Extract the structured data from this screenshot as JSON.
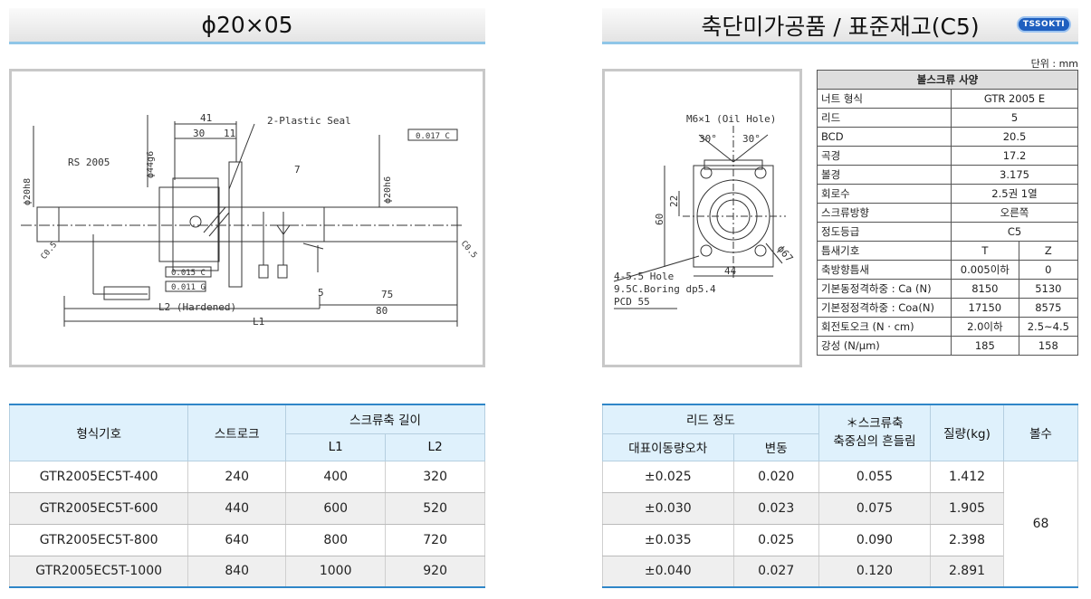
{
  "header_left": {
    "title": "ϕ20×05"
  },
  "header_right": {
    "title": "축단미가공품 / 표준재고(C5)",
    "logo": "TSSOKTI"
  },
  "unit": "단위 : mm",
  "drawing_left": {
    "plastic_seal": "2-Plastic Seal",
    "rs": "RS 2005",
    "dims": {
      "d41": "41",
      "d30": "30",
      "d11": "11",
      "d7": "7",
      "d5": "5",
      "d75": "75",
      "d80": "80"
    },
    "l2": "L2 (Hardened)",
    "l1": "L1",
    "tol_top": "0.017 C",
    "tol_mid": "0.015 C",
    "tol_low": "0.011 G",
    "diam_left": "ϕ20h8",
    "diam_right": "ϕ20h6",
    "diam_nut": "ϕ44g6",
    "chamfer_l": "C0.5",
    "chamfer_r": "C0.5"
  },
  "drawing_right": {
    "oil_hole": "M6×1 (Oil Hole)",
    "a30l": "30°",
    "a30r": "30°",
    "d22": "22",
    "d60": "60",
    "d44": "44",
    "d67": "ϕ67",
    "hole": "4-5.5 Hole",
    "boring": "9.5C.Boring dp5.4",
    "pcd": "PCD 55"
  },
  "spec": {
    "title": "볼스크류 사양",
    "rows": [
      {
        "label": "너트 형식",
        "v1": "GTR 2005 E"
      },
      {
        "label": "리드",
        "v1": "5"
      },
      {
        "label": "BCD",
        "v1": "20.5"
      },
      {
        "label": "곡경",
        "v1": "17.2"
      },
      {
        "label": "볼경",
        "v1": "3.175"
      },
      {
        "label": "회로수",
        "v1": "2.5권 1열"
      },
      {
        "label": "스크류방향",
        "v1": "오른쪽"
      },
      {
        "label": "정도등급",
        "v1": "C5"
      },
      {
        "label": "틈새기호",
        "v1": "T",
        "v2": "Z"
      },
      {
        "label": "축방향틈새",
        "v1": "0.005이하",
        "v2": "0"
      },
      {
        "label": "기본동정격하중 : Ca (N)",
        "v1": "8150",
        "v2": "5130"
      },
      {
        "label": "기본정정격하중 : Coa(N)",
        "v1": "17150",
        "v2": "8575"
      },
      {
        "label": "회전토오크 (N · cm)",
        "v1": "2.0이하",
        "v2": "2.5~4.5"
      },
      {
        "label": "강성 (N/μm)",
        "v1": "185",
        "v2": "158"
      }
    ]
  },
  "table_left": {
    "headers": {
      "model": "형식기호",
      "stroke": "스트로크",
      "length": "스크류축 길이",
      "l1": "L1",
      "l2": "L2"
    },
    "rows": [
      {
        "model": "GTR2005EC5T-400",
        "stroke": "240",
        "l1": "400",
        "l2": "320"
      },
      {
        "model": "GTR2005EC5T-600",
        "stroke": "440",
        "l1": "600",
        "l2": "520"
      },
      {
        "model": "GTR2005EC5T-800",
        "stroke": "640",
        "l1": "800",
        "l2": "720"
      },
      {
        "model": "GTR2005EC5T-1000",
        "stroke": "840",
        "l1": "1000",
        "l2": "920"
      }
    ]
  },
  "table_right": {
    "headers": {
      "lead": "리드 정도",
      "dev": "대표이동량오차",
      "var": "변동",
      "runout1": "＊스크류축",
      "runout2": "축중심의 흔들림",
      "mass": "질량(kg)",
      "balls": "볼수"
    },
    "rows": [
      {
        "dev": "±0.025",
        "var": "0.020",
        "runout": "0.055",
        "mass": "1.412"
      },
      {
        "dev": "±0.030",
        "var": "0.023",
        "runout": "0.075",
        "mass": "1.905"
      },
      {
        "dev": "±0.035",
        "var": "0.025",
        "runout": "0.090",
        "mass": "2.398"
      },
      {
        "dev": "±0.040",
        "var": "0.027",
        "runout": "0.120",
        "mass": "2.891"
      }
    ],
    "balls": "68"
  }
}
